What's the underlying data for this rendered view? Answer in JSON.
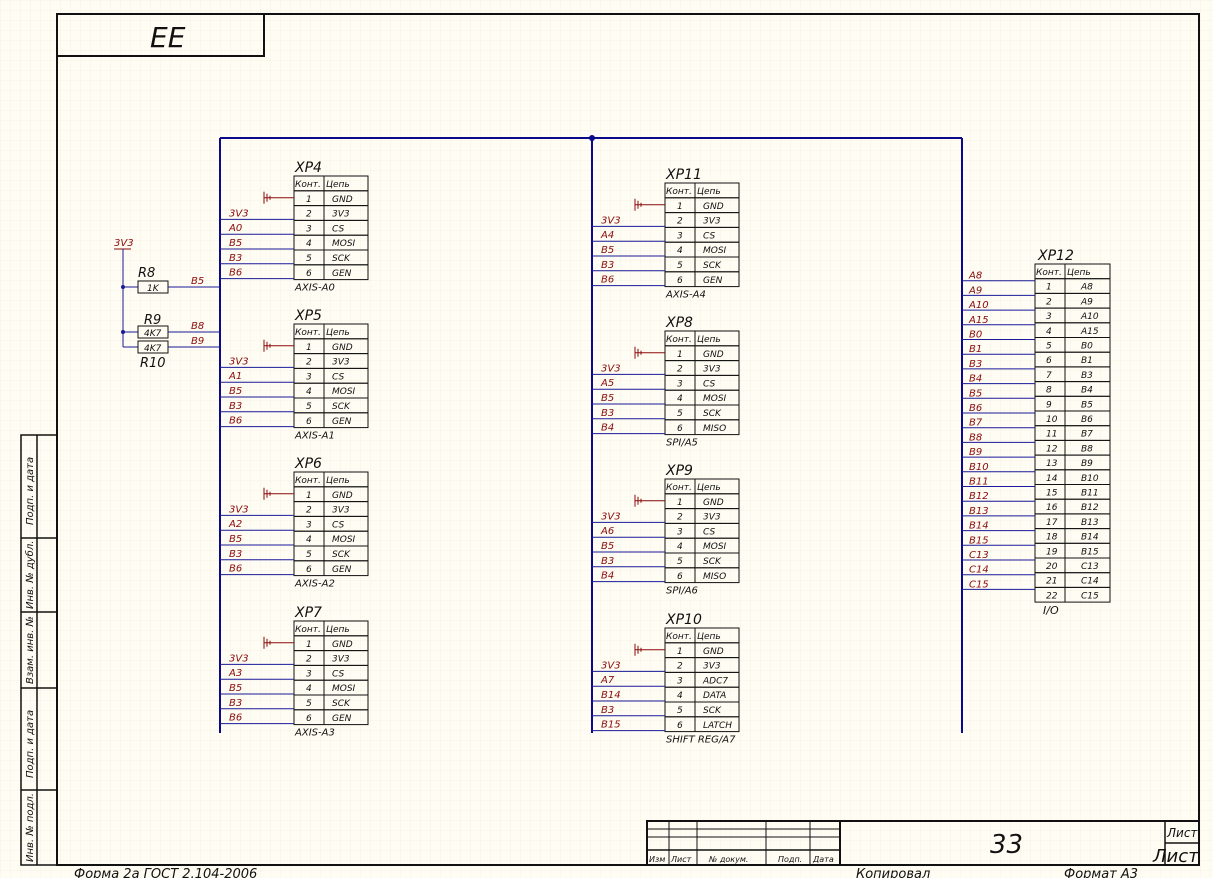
{
  "top_label": "ЕЕ",
  "sheet_number": "33",
  "title_block": {
    "headers": [
      "Изм",
      "Лист",
      "№ докум.",
      "Подп.",
      "Дата"
    ],
    "sheet_label_top": "Лист",
    "sheet_label_bottom": "Лист"
  },
  "footer": {
    "form": "Форма 2а ГОСТ 2.104-2006",
    "copied": "Копировал",
    "format": "Формат А3"
  },
  "side_labels": [
    "Подп. и дата",
    "Инв. № дубл.",
    "Взам. инв. №",
    "Подп. и дата",
    "Инв. № подл."
  ],
  "table_headers": {
    "pin": "Конт.",
    "net": "Цепь"
  },
  "resistors": [
    {
      "ref": "R8",
      "value": "1K",
      "net": "B5"
    },
    {
      "ref": "R9",
      "value": "4K7",
      "net": "B8"
    },
    {
      "ref": "R10",
      "value": "4K7",
      "net": "B9"
    }
  ],
  "resistor_supply": "3V3",
  "connectors": [
    {
      "ref": "XP4",
      "caption": "AXIS-A0",
      "pins": [
        "1",
        "2",
        "3",
        "4",
        "5",
        "6"
      ],
      "nets": [
        "GND",
        "3V3",
        "CS",
        "MOSI",
        "SCK",
        "GEN"
      ],
      "wires": [
        "3V3",
        "A0",
        "B5",
        "B3",
        "B6"
      ]
    },
    {
      "ref": "XP5",
      "caption": "AXIS-A1",
      "pins": [
        "1",
        "2",
        "3",
        "4",
        "5",
        "6"
      ],
      "nets": [
        "GND",
        "3V3",
        "CS",
        "MOSI",
        "SCK",
        "GEN"
      ],
      "wires": [
        "3V3",
        "A1",
        "B5",
        "B3",
        "B6"
      ]
    },
    {
      "ref": "XP6",
      "caption": "AXIS-A2",
      "pins": [
        "1",
        "2",
        "3",
        "4",
        "5",
        "6"
      ],
      "nets": [
        "GND",
        "3V3",
        "CS",
        "MOSI",
        "SCK",
        "GEN"
      ],
      "wires": [
        "3V3",
        "A2",
        "B5",
        "B3",
        "B6"
      ]
    },
    {
      "ref": "XP7",
      "caption": "AXIS-A3",
      "pins": [
        "1",
        "2",
        "3",
        "4",
        "5",
        "6"
      ],
      "nets": [
        "GND",
        "3V3",
        "CS",
        "MOSI",
        "SCK",
        "GEN"
      ],
      "wires": [
        "3V3",
        "A3",
        "B5",
        "B3",
        "B6"
      ]
    },
    {
      "ref": "XP11",
      "caption": "AXIS-A4",
      "pins": [
        "1",
        "2",
        "3",
        "4",
        "5",
        "6"
      ],
      "nets": [
        "GND",
        "3V3",
        "CS",
        "MOSI",
        "SCK",
        "GEN"
      ],
      "wires": [
        "3V3",
        "A4",
        "B5",
        "B3",
        "B6"
      ]
    },
    {
      "ref": "XP8",
      "caption": "SPI/A5",
      "pins": [
        "1",
        "2",
        "3",
        "4",
        "5",
        "6"
      ],
      "nets": [
        "GND",
        "3V3",
        "CS",
        "MOSI",
        "SCK",
        "MISO"
      ],
      "wires": [
        "3V3",
        "A5",
        "B5",
        "B3",
        "B4"
      ]
    },
    {
      "ref": "XP9",
      "caption": "SPI/A6",
      "pins": [
        "1",
        "2",
        "3",
        "4",
        "5",
        "6"
      ],
      "nets": [
        "GND",
        "3V3",
        "CS",
        "MOSI",
        "SCK",
        "MISO"
      ],
      "wires": [
        "3V3",
        "A6",
        "B5",
        "B3",
        "B4"
      ]
    },
    {
      "ref": "XP10",
      "caption": "SHIFT REG/A7",
      "pins": [
        "1",
        "2",
        "3",
        "4",
        "5",
        "6"
      ],
      "nets": [
        "GND",
        "3V3",
        "ADC7",
        "DATA",
        "SCK",
        "LATCH"
      ],
      "wires": [
        "3V3",
        "A7",
        "B14",
        "B3",
        "B15"
      ]
    }
  ],
  "xp12": {
    "ref": "XP12",
    "caption": "I/O",
    "pins": [
      "1",
      "2",
      "3",
      "4",
      "5",
      "6",
      "7",
      "8",
      "9",
      "10",
      "11",
      "12",
      "13",
      "14",
      "15",
      "16",
      "17",
      "18",
      "19",
      "20",
      "21",
      "22"
    ],
    "nets": [
      "A8",
      "A9",
      "A10",
      "A15",
      "B0",
      "B1",
      "B3",
      "B4",
      "B5",
      "B6",
      "B7",
      "B8",
      "B9",
      "B10",
      "B11",
      "B12",
      "B13",
      "B14",
      "B15",
      "C13",
      "C14",
      "C15"
    ]
  }
}
